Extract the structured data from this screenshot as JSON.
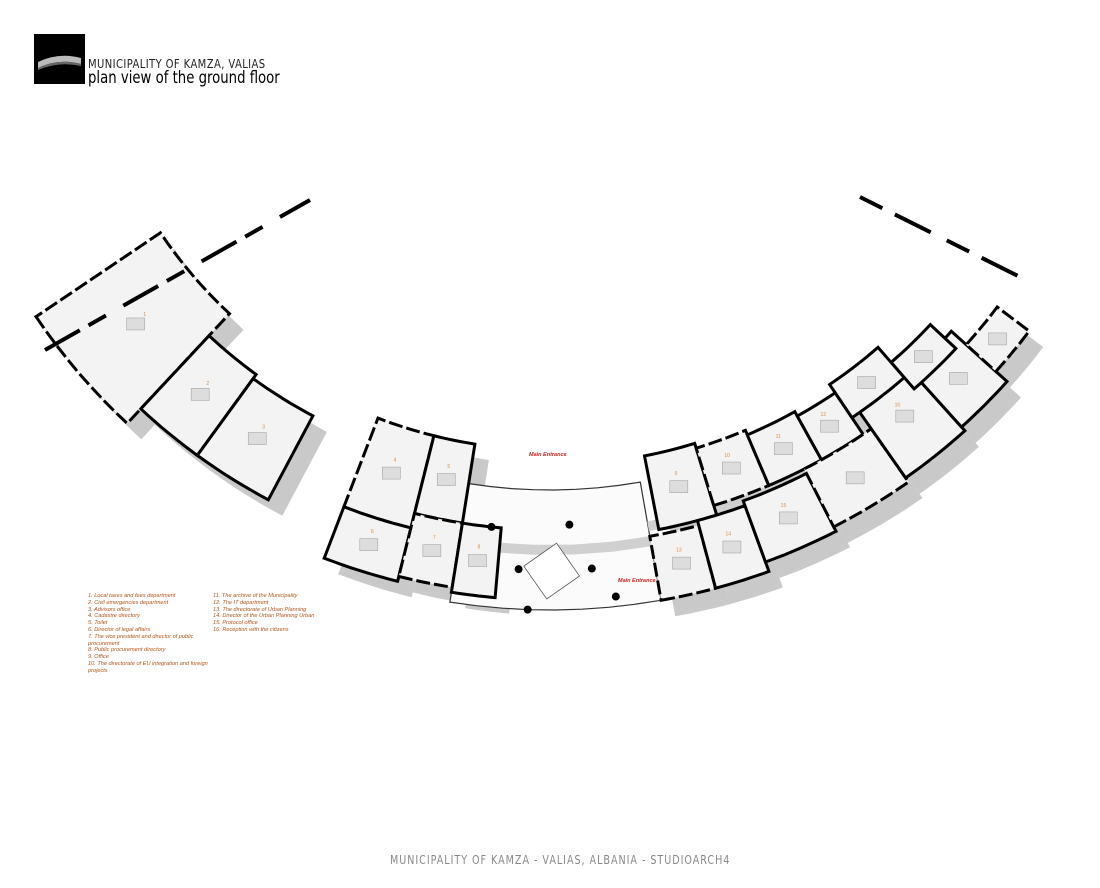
{
  "header": {
    "title": "MUNICIPALITY OF KAMZA, VALIAS",
    "subtitle": "plan view of the ground floor"
  },
  "entrances": [
    "Main Entrance",
    "Main Entrance"
  ],
  "legend": {
    "col1": [
      "1. Local taxes and fees department",
      "2. Civil emergencies department",
      "3. Advisors office",
      "4. Cadastre directory",
      "5. Toilet",
      "6. Director of legal affairs",
      "7. The vice president and director of public procurement",
      "8. Public procurement directory",
      "9. Office",
      "10. The directorate of EU integration and foreign projects"
    ],
    "col2": [
      "11. The archive of the Municipality",
      "12. The IT department",
      "13. The directorate of Urban Planning",
      "14. Director of the Urban Planning Urban",
      "15. Protocol office",
      "16. Reception with the citizens"
    ]
  },
  "rooms": [
    "1",
    "3",
    "2",
    "4",
    "5",
    "6",
    "7",
    "8",
    "9",
    "10",
    "11",
    "12",
    "13",
    "14",
    "15",
    "16"
  ],
  "colors": {
    "wall": "#000000",
    "shadow": "#c9c9c9",
    "floor": "#f3f3f3",
    "label": "#e08a3c",
    "legend": "#b5561b",
    "entrance": "#d42020"
  },
  "footer": "MUNICIPALITY OF KAMZA - VALIAS, ALBANIA - STUDIOARCH4"
}
